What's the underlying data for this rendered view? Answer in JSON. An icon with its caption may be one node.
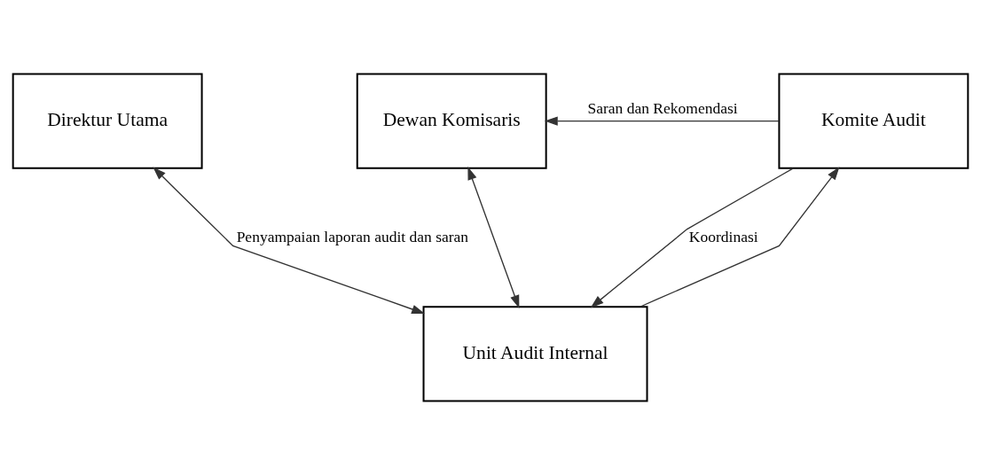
{
  "diagram": {
    "nodes": [
      {
        "text": [
          "Direktur Utama"
        ]
      },
      {
        "text": [
          "Dewan Komisaris"
        ]
      },
      {
        "text": [
          "Komite Audit"
        ]
      },
      {
        "text": [
          "Unit Audit Internal"
        ]
      }
    ],
    "edges": [
      {
        "from": 3,
        "to": 0,
        "arrow": "both",
        "label": "Penyampaian laporan audit dan saran"
      },
      {
        "from": 3,
        "to": 1,
        "arrow": "both"
      },
      {
        "from": 2,
        "to": 1,
        "arrow": "to",
        "label": "Saran dan Rekomendasi"
      },
      {
        "from": 3,
        "to": 2,
        "arrow": "to"
      },
      {
        "from": 2,
        "to": 3,
        "arrow": "to",
        "label": "Koordinasi"
      }
    ]
  }
}
